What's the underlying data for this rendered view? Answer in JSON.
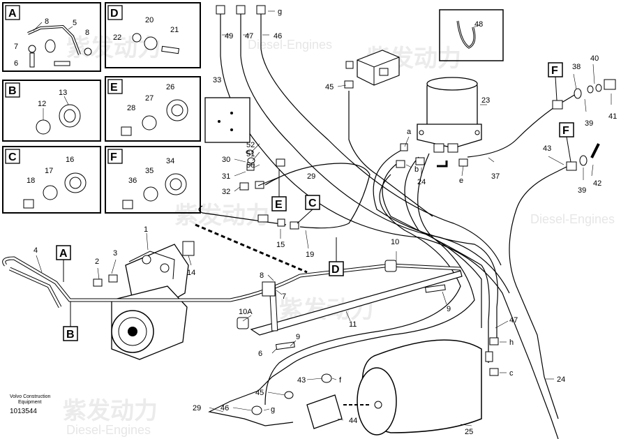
{
  "watermark": {
    "cn": "紫发动力",
    "en": "Diesel-Engines"
  },
  "footer": {
    "brand_line1": "Volvo Construction",
    "brand_line2": "Equipment",
    "drawing_no": "1013544"
  },
  "detail_boxes": [
    {
      "letter": "A",
      "labels": [
        "8",
        "5",
        "7",
        "8",
        "6"
      ]
    },
    {
      "letter": "B",
      "labels": [
        "12",
        "13"
      ]
    },
    {
      "letter": "C",
      "labels": [
        "18",
        "17",
        "16"
      ]
    },
    {
      "letter": "D",
      "labels": [
        "20",
        "22",
        "21"
      ]
    },
    {
      "letter": "E",
      "labels": [
        "28",
        "27",
        "26"
      ]
    },
    {
      "letter": "F",
      "labels": [
        "36",
        "35",
        "34"
      ]
    }
  ],
  "callout_boxes": [
    "A",
    "B",
    "C",
    "D",
    "E",
    "F",
    "F"
  ],
  "part_labels": [
    "49",
    "47",
    "46",
    "g",
    "33",
    "52",
    "51",
    "50",
    "30",
    "31",
    "32",
    "29",
    "15",
    "19",
    "45",
    "a",
    "b",
    "24",
    "e",
    "23",
    "37",
    "48",
    "38",
    "40",
    "39",
    "41",
    "43",
    "42",
    "39",
    "1",
    "2",
    "3",
    "4",
    "14",
    "8",
    "7",
    "10A",
    "9",
    "6",
    "11",
    "10",
    "9",
    "47",
    "h",
    "c",
    "f",
    "43",
    "45",
    "46",
    "g",
    "29",
    "44",
    "25",
    "24"
  ]
}
